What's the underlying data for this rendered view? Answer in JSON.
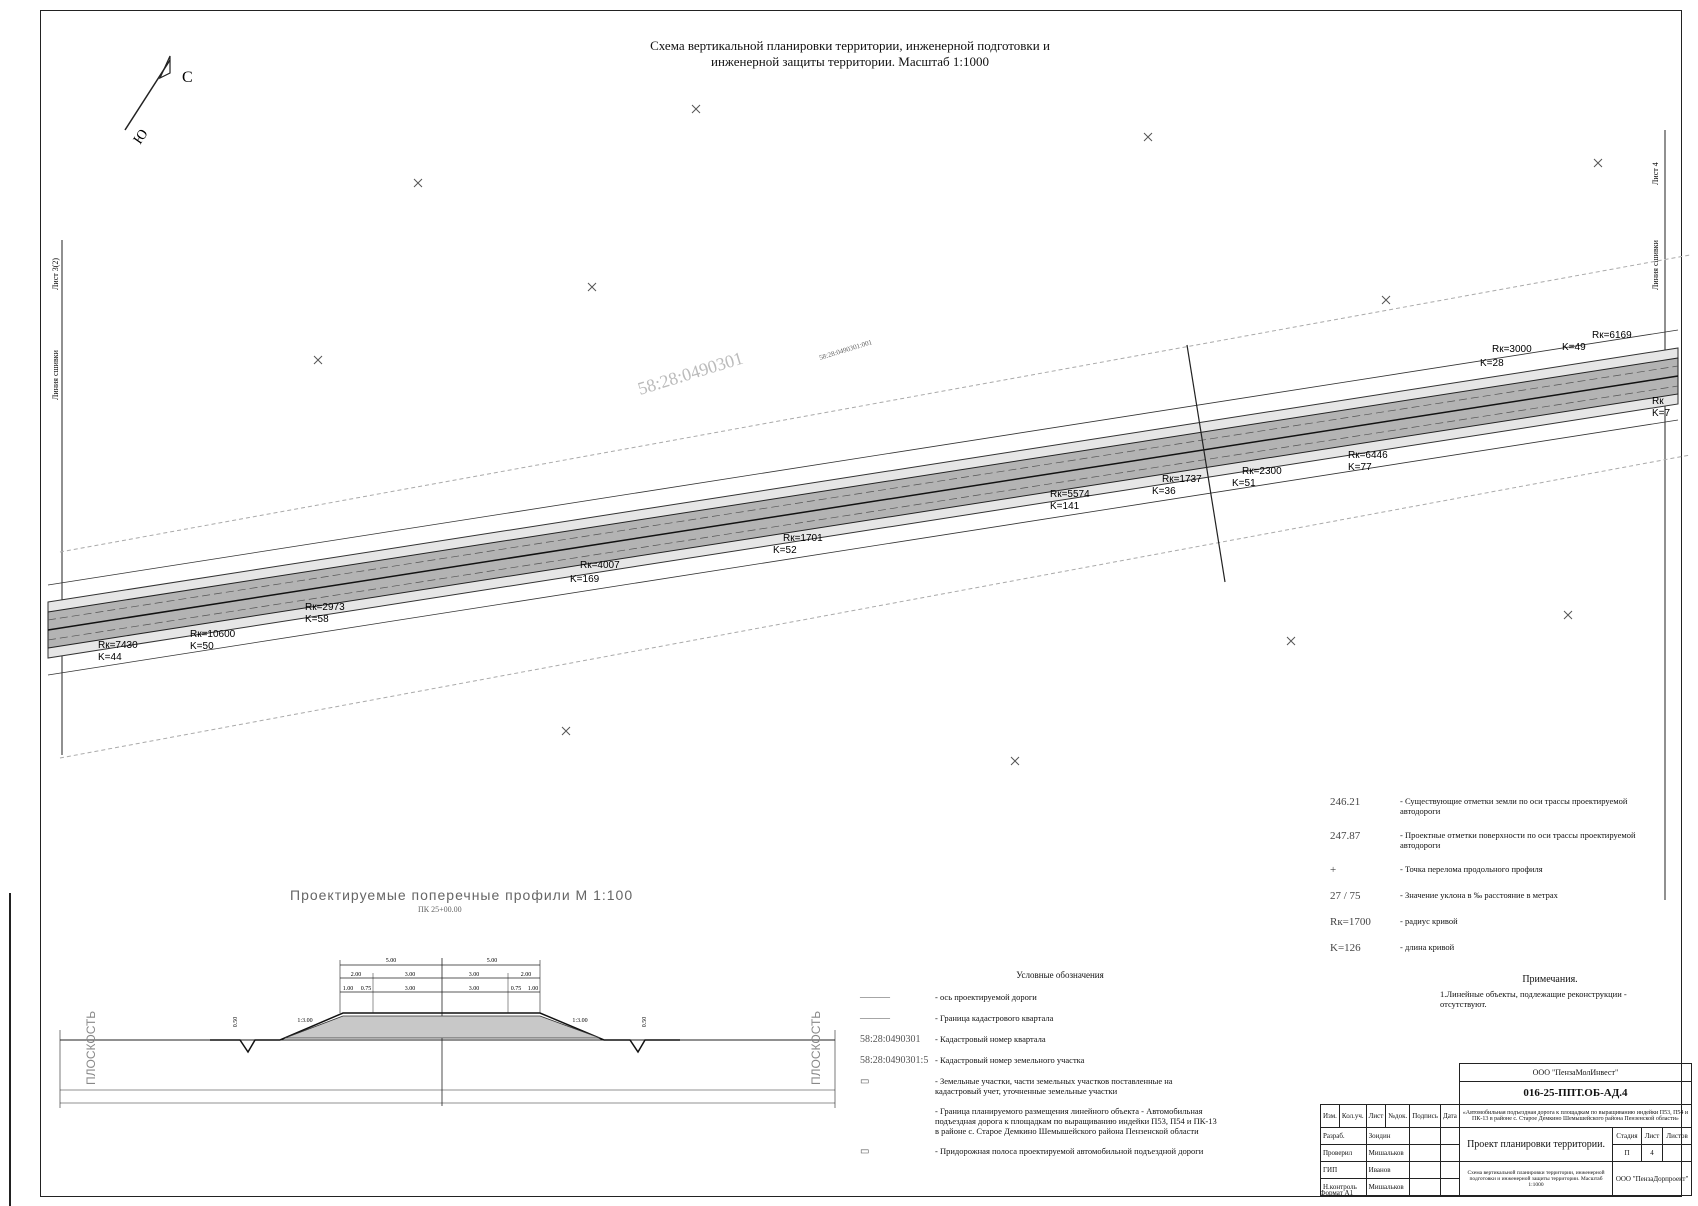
{
  "title": {
    "line1": "Схема вертикальной планировки территории, инженерной подготовки и",
    "line2": "инженерной защиты территории. Масштаб 1:1000"
  },
  "north_arrow": {
    "north": "С",
    "south": "Ю"
  },
  "plan": {
    "kvartal_label": "58:28:0490301",
    "parcel_label": "58:28:0490301:001",
    "sheet_left": "Лист 3(2)",
    "match_left": "Линия сшивки",
    "sheet_right": "Лист 4",
    "match_right": "Линия сшивки",
    "curves": [
      {
        "r": "Rк=7430",
        "k": "K=44"
      },
      {
        "r": "Rк=10600",
        "k": "K=50"
      },
      {
        "r": "Rк=2973",
        "k": "K=58"
      },
      {
        "r": "Rк=4007",
        "k": "K=169"
      },
      {
        "r": "Rк=1701",
        "k": "K=52"
      },
      {
        "r": "Rк=5574",
        "k": "K=141"
      },
      {
        "r": "Rк=1737",
        "k": "K=36"
      },
      {
        "r": "Rк=2300",
        "k": "K=51"
      },
      {
        "r": "Rк=6446",
        "k": "K=77"
      },
      {
        "r": "Rк=3000",
        "k": "K=28"
      },
      {
        "r": "Rк=6169",
        "k": "K=49"
      },
      {
        "r": "Rк",
        "k": "K=7"
      }
    ]
  },
  "cross_section": {
    "title": "Проектируемые поперечные профили М 1:100",
    "picket": "ПК 25+00.00",
    "dims_top": [
      "5.00",
      "5.00"
    ],
    "dims_mid": [
      "2.00",
      "3.00",
      "3.00",
      "2.00"
    ],
    "dims_low": [
      "1.00",
      "0.75",
      "3.00",
      "3.00",
      "0.75",
      "1.00"
    ],
    "slopes": [
      "1:3.00",
      "1:3.00"
    ],
    "small": [
      "0.50",
      "0.50"
    ],
    "side_label": "ПЛОСКОСТЬ"
  },
  "legend_right": [
    {
      "sym": "246.21",
      "text": "- Существующие отметки земли по оси трассы проектируемой автодороги"
    },
    {
      "sym": "247.87",
      "text": "- Проектные отметки поверхности по оси трассы проектируемой автодороги"
    },
    {
      "sym": "+",
      "text": "- Точка перелома продольного профиля"
    },
    {
      "sym": "27 / 75",
      "text": "- Значение уклона в ‰ расстояние в метрах"
    },
    {
      "sym": "Rк=1700",
      "text": "- радиус кривой"
    },
    {
      "sym": "K=126",
      "text": "- длина кривой"
    }
  ],
  "legend_bottom": {
    "header": "Условные обозначения",
    "items": [
      {
        "sym": "———",
        "text": "- ось проектируемой дороги"
      },
      {
        "sym": "———",
        "text": "- Граница кадастрового квартала"
      },
      {
        "sym": "58:28:0490301",
        "text": "- Кадастровый номер квартала"
      },
      {
        "sym": "58:28:0490301:5",
        "text": "- Кадастровый номер земельного участка"
      },
      {
        "sym": "▭",
        "text": "- Земельные участки, части земельных участков поставленные на кадастровый учет, уточненные земельные участки"
      },
      {
        "sym": "",
        "text": "- Граница планируемого размещения линейного объекта - Автомобильная подъездная дорога к площадкам по выращиванию индейки П53, П54 и ПК-13 в районе с. Старое Демкино Шемышейского района Пензенской области"
      },
      {
        "sym": "▭",
        "text": "- Придорожная полоса проектируемой автомобильной подъездной дороги"
      }
    ]
  },
  "notes": {
    "header": "Примечания.",
    "text": "1.Линейные объекты, подлежащие реконструкции - отсутствуют."
  },
  "stamp": {
    "company": "ООО \"ПензаМолИнвест\"",
    "code": "016-25-ППТ.ОБ-АД.4",
    "object": "«Автомобильная подъездная дорога к площадкам по выращиванию индейки П53, П54 и ПК-13 в районе с. Старое Демкино Шемышейского района Пензенской области»",
    "doc_title": "Проект планировки территории.",
    "stage_h": "Стадия",
    "sheet_h": "Лист",
    "sheets_h": "Листов",
    "stage": "П",
    "sheet": "4",
    "sheets": "",
    "rows": [
      "Изм.",
      "Кол.уч.",
      "Лист",
      "№док.",
      "Подпись",
      "Дата"
    ],
    "people": [
      {
        "role": "Разраб.",
        "name": "Зоидин"
      },
      {
        "role": "Проверил",
        "name": "Мишальков"
      },
      {
        "role": "ГИП",
        "name": "Иванов"
      },
      {
        "role": "Н.контроль",
        "name": "Мишальков"
      }
    ],
    "sub_doc": "Схема вертикальной планировки территории, инженерной подготовки и инженерной защиты территории. Масштаб 1:1000",
    "org": "ООО \"ПензаДорпроект\""
  },
  "format": "Формат А1"
}
